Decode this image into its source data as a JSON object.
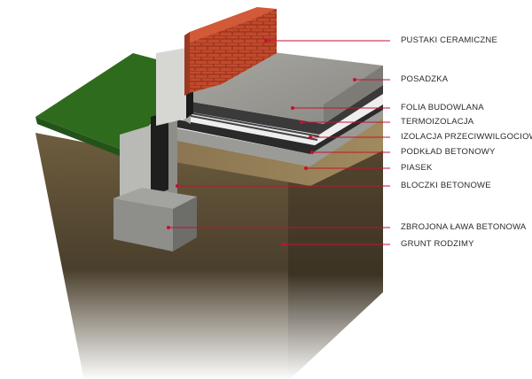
{
  "colors": {
    "leader": "#c8102e",
    "grass": "#2f6b1c",
    "brick": "#c0492b",
    "concrete": "#9c9c98",
    "soil": "#6b5a3c"
  },
  "labels": [
    {
      "id": "pustaki",
      "text": "PUSTAKI CERAMICZNE"
    },
    {
      "id": "posadzka",
      "text": "POSADZKA"
    },
    {
      "id": "folia",
      "text": "FOLIA BUDOWLANA"
    },
    {
      "id": "termo",
      "text": "TERMOIZOLACJA"
    },
    {
      "id": "izolacja",
      "text": "IZOLACJA PRZECIWWILGOCIOWA"
    },
    {
      "id": "podklad",
      "text": "PODKŁAD BETONOWY"
    },
    {
      "id": "piasek",
      "text": "PIASEK"
    },
    {
      "id": "bloczki",
      "text": "BLOCZKI BETONOWE"
    },
    {
      "id": "lawa",
      "text": "ZBROJONA ŁAWA BETONOWA"
    },
    {
      "id": "grunt",
      "text": "GRUNT RODZIMY"
    }
  ]
}
